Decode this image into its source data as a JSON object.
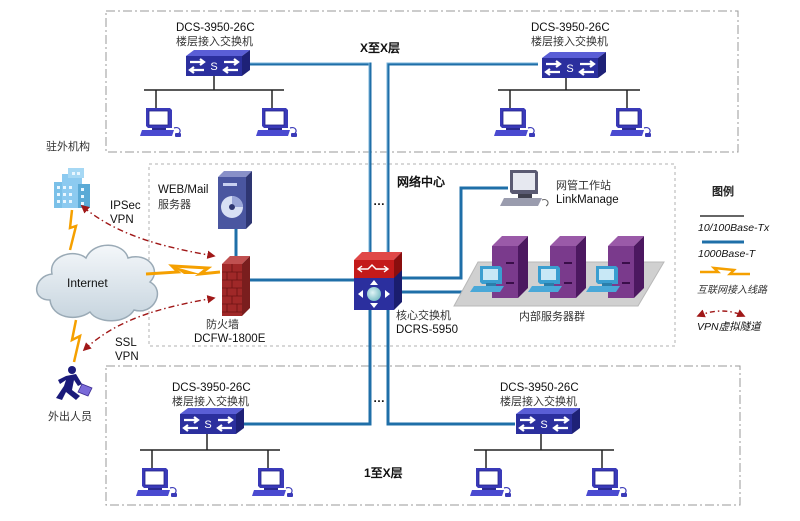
{
  "zones": {
    "top_floor": {
      "label": "X至X层"
    },
    "network_center": {
      "label": "网络中心"
    },
    "bottom_floor": {
      "label": "1至X层"
    }
  },
  "access_switches": [
    {
      "model": "DCS-3950-26C",
      "role": "楼层接入交换机",
      "icon_letter": "S"
    },
    {
      "model": "DCS-3950-26C",
      "role": "楼层接入交换机",
      "icon_letter": "S"
    },
    {
      "model": "DCS-3950-26C",
      "role": "楼层接入交换机",
      "icon_letter": "S"
    },
    {
      "model": "DCS-3950-26C",
      "role": "楼层接入交换机",
      "icon_letter": "S"
    }
  ],
  "core_switch": {
    "role": "核心交换机",
    "model": "DCRS-5950"
  },
  "firewall": {
    "role": "防火墙",
    "model": "DCFW-1800E"
  },
  "web_mail_server": {
    "line1": "WEB/Mail",
    "line2": "服务器"
  },
  "mgmt_station": {
    "line1": "网管工作站",
    "line2": "LinkManage"
  },
  "server_farm": {
    "label": "内部服务器群"
  },
  "internet": {
    "label": "Internet"
  },
  "branch_office": {
    "label": "驻外机构"
  },
  "mobile_staff": {
    "label": "外出人员"
  },
  "vpn_labels": {
    "ipsec": {
      "line1": "IPSec",
      "line2": "VPN"
    },
    "ssl": {
      "line1": "SSL",
      "line2": "VPN"
    }
  },
  "ellipsis": "…",
  "legend": {
    "title": "图例",
    "items": [
      {
        "label": "10/100Base-Tx",
        "kind": "thin-line",
        "color": "#333333"
      },
      {
        "label": "1000Base-T",
        "kind": "thick-line",
        "color": "#1f6fa8"
      },
      {
        "label": "互联网接入线路",
        "kind": "lightning",
        "color": "#f5a000"
      },
      {
        "label": "VPN虚拟隧道",
        "kind": "dash-dot-arrows",
        "color": "#a01818"
      }
    ]
  },
  "colors": {
    "gigabit": "#1f6fa8",
    "fast_ethernet": "#222222",
    "internet_link": "#f5a000",
    "vpn": "#a01818",
    "switch_blue": "#2b2f9e",
    "core_red": "#c41a1a",
    "server_purple": "#6b2a7a",
    "zone_border": "#9a9a9a"
  }
}
